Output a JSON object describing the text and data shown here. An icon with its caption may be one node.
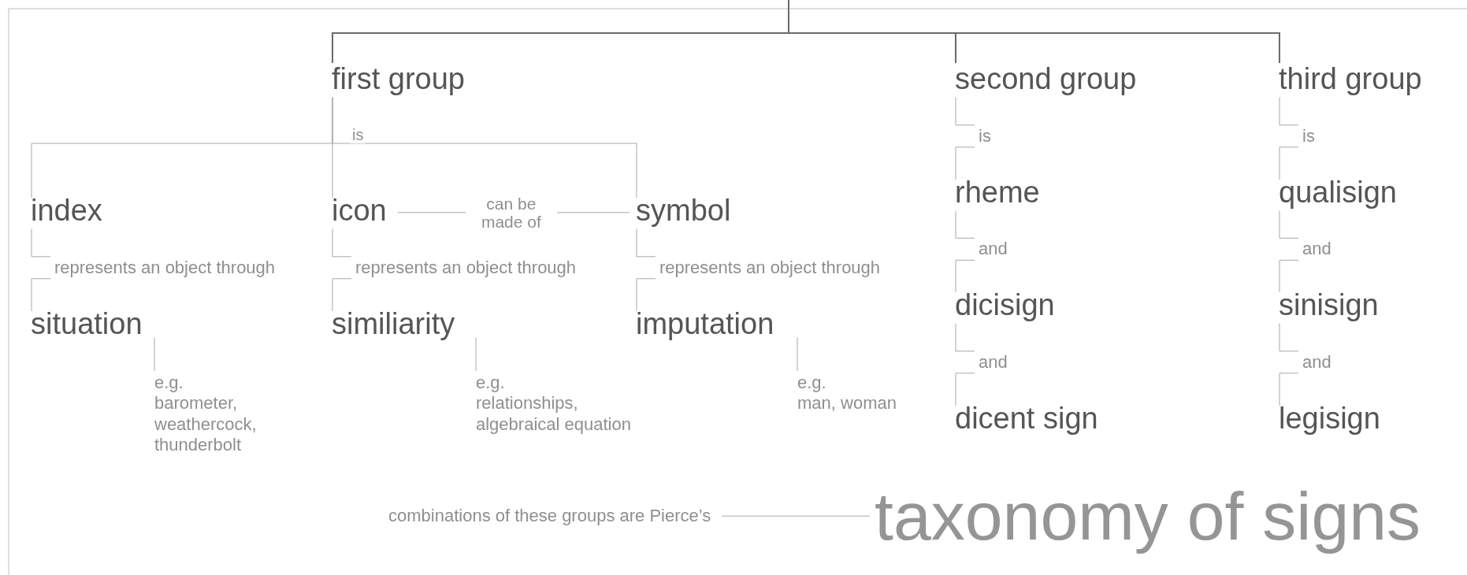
{
  "diagram": {
    "nodes": [
      {
        "text": [
          "first group"
        ]
      },
      {
        "text": [
          "second group"
        ]
      },
      {
        "text": [
          "third group"
        ]
      },
      {
        "text": [
          "index"
        ]
      },
      {
        "text": [
          "icon"
        ]
      },
      {
        "text": [
          "symbol"
        ]
      },
      {
        "text": [
          "rheme"
        ]
      },
      {
        "text": [
          "qualisign"
        ]
      },
      {
        "text": [
          "situation"
        ]
      },
      {
        "text": [
          "similiarity"
        ]
      },
      {
        "text": [
          "imputation"
        ]
      },
      {
        "text": [
          "dicisign"
        ]
      },
      {
        "text": [
          "sinisign"
        ]
      },
      {
        "text": [
          "e.g.",
          "barometer, weathercock, thunderbolt"
        ]
      },
      {
        "text": [
          "e.g.",
          "relationships, algebraical equation"
        ]
      },
      {
        "text": [
          "e.g.",
          "man, woman"
        ]
      },
      {
        "text": [
          "dicent sign"
        ]
      },
      {
        "text": [
          "legisign"
        ]
      },
      {
        "text": [
          "combinations of these groups are Pierce’s"
        ]
      },
      {
        "text": [
          "taxonomy of signs"
        ]
      }
    ],
    "edges": [
      {
        "from": null,
        "to": 0,
        "arrow": "none"
      },
      {
        "from": null,
        "to": 1,
        "arrow": "none"
      },
      {
        "from": null,
        "to": 2,
        "arrow": "none"
      },
      {
        "from": 0,
        "to": 3,
        "arrow": "none"
      },
      {
        "from": 0,
        "to": 4,
        "arrow": "none",
        "label": "is"
      },
      {
        "from": 0,
        "to": 5,
        "arrow": "none"
      },
      {
        "from": 4,
        "to": 5,
        "arrow": "none",
        "label": "can be made of"
      },
      {
        "from": 3,
        "to": 8,
        "arrow": "none",
        "label": "represents an object through"
      },
      {
        "from": 4,
        "to": 9,
        "arrow": "none",
        "label": "represents an object through"
      },
      {
        "from": 5,
        "to": 10,
        "arrow": "none",
        "label": "represents an object through"
      },
      {
        "from": 8,
        "to": 13,
        "arrow": "none"
      },
      {
        "from": 9,
        "to": 14,
        "arrow": "none"
      },
      {
        "from": 10,
        "to": 15,
        "arrow": "none"
      },
      {
        "from": 1,
        "to": 6,
        "arrow": "none",
        "label": "is"
      },
      {
        "from": 6,
        "to": 11,
        "arrow": "none",
        "label": "and"
      },
      {
        "from": 11,
        "to": 16,
        "arrow": "none",
        "label": "and"
      },
      {
        "from": 2,
        "to": 7,
        "arrow": "none",
        "label": "is"
      },
      {
        "from": 7,
        "to": 12,
        "arrow": "none",
        "label": "and"
      },
      {
        "from": 12,
        "to": 17,
        "arrow": "none",
        "label": "and"
      },
      {
        "from": 18,
        "to": 19,
        "arrow": "none"
      }
    ]
  }
}
